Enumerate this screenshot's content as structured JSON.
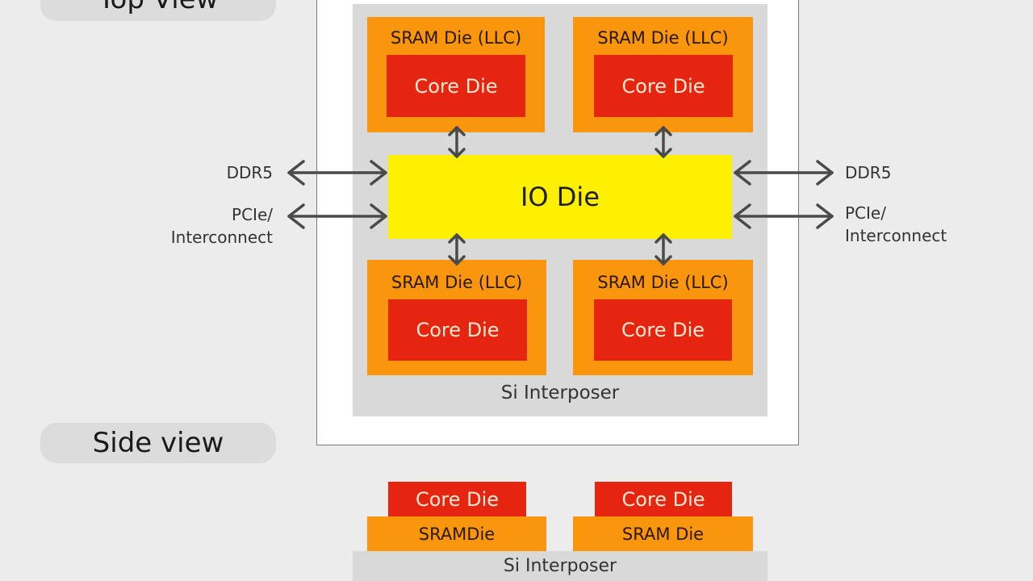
{
  "top_view_label": "Top View",
  "side_view_label": "Side view",
  "top": {
    "sram_label": "SRAM Die (LLC)",
    "core_label": "Core Die",
    "io_label": "IO Die",
    "interposer_label": "Si Interposer"
  },
  "io_left": {
    "ddr": "DDR5",
    "pcie_line1": "PCIe/",
    "pcie_line2": "Interconnect"
  },
  "io_right": {
    "ddr": "DDR5",
    "pcie_line1": "PCIe/",
    "pcie_line2": "Interconnect"
  },
  "side": {
    "left_core": "Core Die",
    "left_sram": "SRAMDie",
    "right_core": "Core Die",
    "right_sram": "SRAM Die",
    "interposer": "Si Interposer"
  },
  "colors": {
    "sram": "#f9960e",
    "core": "#e5250f",
    "io": "#fff000",
    "interposer": "#d9d9d9"
  }
}
